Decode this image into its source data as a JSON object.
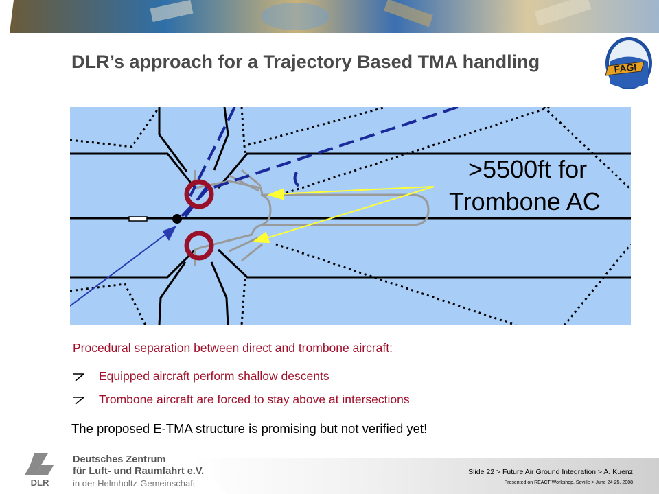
{
  "slide": {
    "title": "DLR’s approach for a Trajectory Based TMA handling",
    "logo_text": "FAGI",
    "figure": {
      "label_line1": ">5500ft for",
      "label_line2": "Trombone AC"
    },
    "intro": "Procedural separation between direct and trombone aircraft:",
    "bullets": [
      "Equipped aircraft perform shallow descents",
      "Trombone aircraft are forced to stay above at intersections"
    ],
    "conclusion": "The proposed E-TMA structure is promising but not verified yet!"
  },
  "footer": {
    "org_line1": "Deutsches Zentrum",
    "org_line2": "für Luft- und Raumfahrt e.V.",
    "org_line3": "in der Helmholtz-Gemeinschaft",
    "dlr_abbrev": "DLR",
    "slide_info": "Slide 22 > Future Air Ground Integration > A. Kuenz",
    "presented": "Presented on REACT Workshop, Seville > June 24-25, 2008"
  },
  "colors": {
    "title": "#4a4a4a",
    "accent_red": "#a0102a",
    "map_background": "#a8cdf7",
    "route_dark_blue": "#1a2a9a",
    "trombone_gray": "#9a9a9a",
    "trombone_yellow": "#ffff33",
    "restriction_circle": "#9a1028"
  }
}
